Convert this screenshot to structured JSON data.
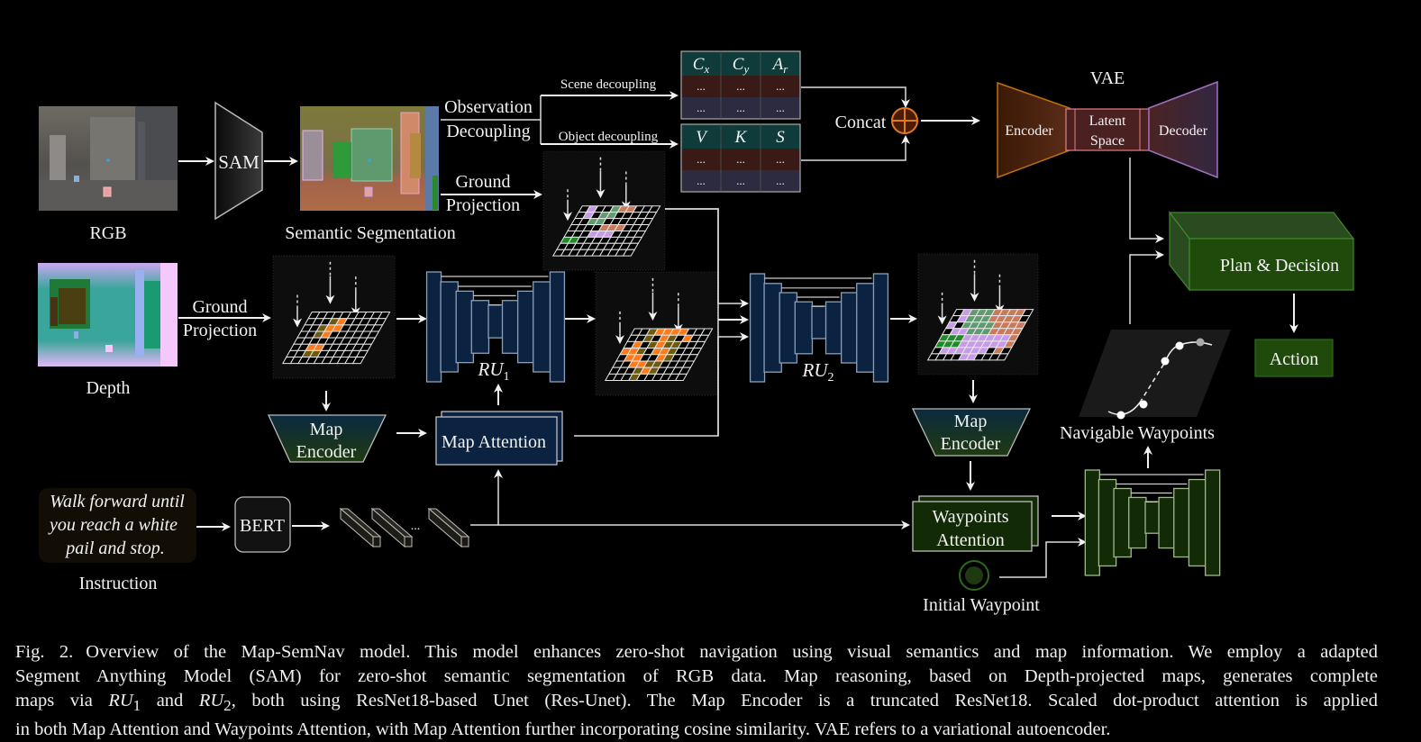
{
  "figure": {
    "inputs": {
      "rgb_label": "RGB",
      "depth_label": "Depth",
      "instruction_label": "Instruction",
      "instruction_text": [
        "Walk forward until",
        "you reach a white",
        "pail and stop."
      ]
    },
    "modules": {
      "sam": "SAM",
      "bert": "BERT",
      "semantic_segmentation": "Semantic Segmentation",
      "observation_decoupling": [
        "Observation",
        "Decoupling"
      ],
      "ground_projection": [
        "Ground",
        "Projection"
      ],
      "scene_decoupling": "Scene decoupling",
      "object_decoupling": "Object decoupling",
      "concat": "Concat",
      "map_encoder": [
        "Map",
        "Encoder"
      ],
      "map_attention": "Map Attention",
      "waypoints_attention": [
        "Waypoints",
        "Attention"
      ],
      "ru1": {
        "base": "RU",
        "sub": "1"
      },
      "ru2": {
        "base": "RU",
        "sub": "2"
      },
      "initial_waypoint": "Initial Waypoint",
      "navigable_waypoints": "Navigable Waypoints",
      "vae": {
        "title": "VAE",
        "encoder": "Encoder",
        "latent": [
          "Latent",
          "Space"
        ],
        "decoder": "Decoder"
      },
      "plan_decision": "Plan & Decision",
      "action": "Action",
      "token_ellipsis": "..."
    },
    "scene_table": {
      "headers": [
        {
          "base": "C",
          "sub": "x"
        },
        {
          "base": "C",
          "sub": "y"
        },
        {
          "base": "A",
          "sub": "r"
        }
      ],
      "rows": [
        [
          "...",
          "...",
          "..."
        ],
        [
          "...",
          "...",
          "..."
        ]
      ]
    },
    "object_table": {
      "headers": [
        {
          "base": "V",
          "sub": ""
        },
        {
          "base": "K",
          "sub": ""
        },
        {
          "base": "S",
          "sub": ""
        }
      ],
      "rows": [
        [
          "...",
          "...",
          "..."
        ],
        [
          "...",
          "...",
          "..."
        ]
      ]
    },
    "colors": {
      "unet_blue": "#0b2340",
      "unet_green": "#132a06",
      "vae_encoder": "#5a2c10",
      "vae_latent": "#5a2424",
      "vae_decoder": "#3a2440",
      "plan_green": "#1f4a10",
      "table_header": "#0f3b3a",
      "table_row1": "#3a1a17",
      "table_row2": "#2d2b40",
      "map_orange": "#ff7a1a",
      "map_olive": "#6b5a10",
      "map_purple": "#c79be8",
      "map_green": "#5f9a70",
      "map_brown": "#c87a5a",
      "map_bright_green": "#1f8a2a"
    }
  },
  "caption": {
    "lead": "Fig. 2.",
    "lines": [
      "Overview of the Map-SemNav model. This model enhances zero-shot navigation using visual semantics and map information. We employ a adapted",
      "Segment Anything Model (SAM) for zero-shot semantic segmentation of RGB data. Map reasoning, based on Depth-projected maps, generates complete",
      "maps via RU1 and RU2, both using ResNet18-based Unet (Res-Unet). The Map Encoder is a truncated ResNet18. Scaled dot-product attention is applied",
      "in both Map Attention and Waypoints Attention, with Map Attention further incorporating cosine similarity. VAE refers to a variational autoencoder."
    ],
    "line3_parts": {
      "pre": "maps via ",
      "ru1": "RU",
      "ru1_sub": "1",
      "mid": " and ",
      "ru2": "RU",
      "ru2_sub": "2",
      "post": ", both using ResNet18-based Unet (Res-Unet). The Map Encoder is a truncated ResNet18. Scaled dot-product attention is applied"
    }
  }
}
